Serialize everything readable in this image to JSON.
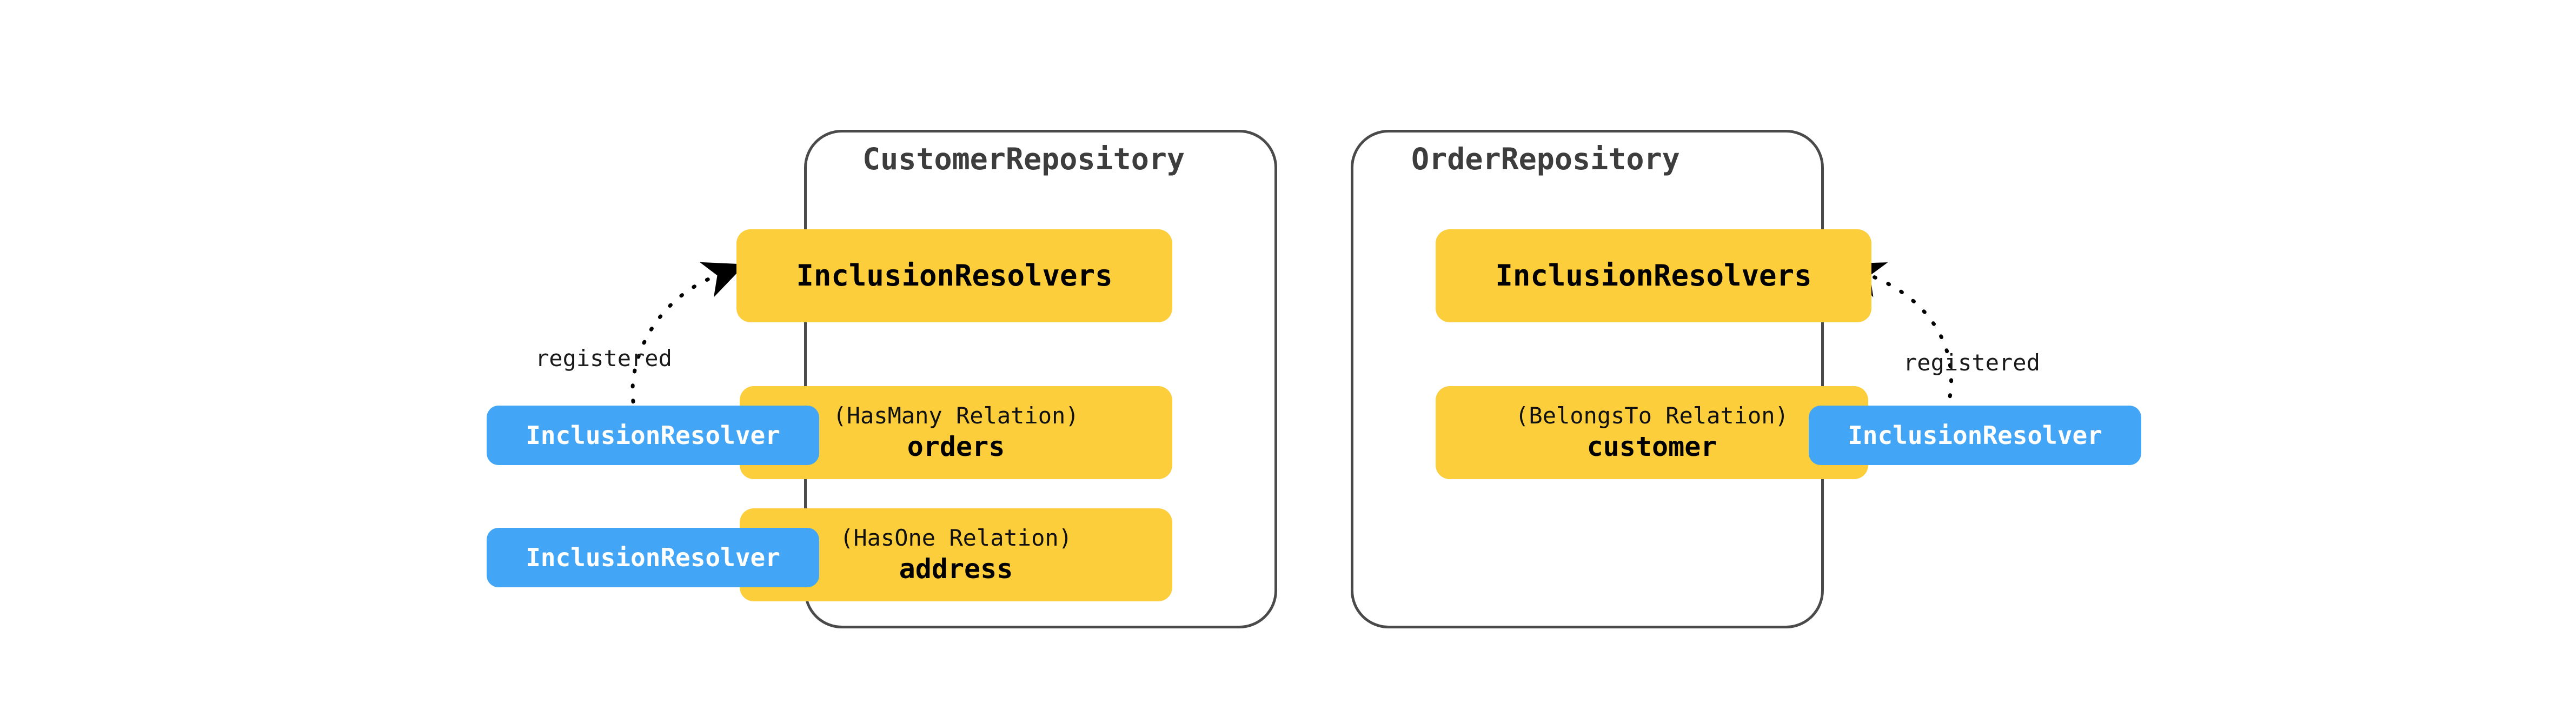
{
  "diagram": {
    "background": "#ffffff",
    "colors": {
      "node_yellow": "#FCCE3C",
      "node_blue": "#42A5F5",
      "frame_stroke": "#4a4a4a",
      "text_dark": "#000000",
      "text_light": "#ffffff",
      "title_gray": "#3d3d3d"
    },
    "repositories": [
      {
        "id": "customer-repository",
        "title": "CustomerRepository",
        "resolvers_box": "InclusionResolvers",
        "relations": [
          {
            "type": "(HasMany Relation)",
            "name": "orders"
          },
          {
            "type": "(HasOne Relation)",
            "name": "address"
          }
        ]
      },
      {
        "id": "order-repository",
        "title": "OrderRepository",
        "resolvers_box": "InclusionResolvers",
        "relations": [
          {
            "type": "(BelongsTo Relation)",
            "name": "customer"
          }
        ]
      }
    ],
    "resolver_nodes": [
      {
        "id": "resolver-orders",
        "label": "InclusionResolver"
      },
      {
        "id": "resolver-address",
        "label": "InclusionResolver"
      },
      {
        "id": "resolver-customer",
        "label": "InclusionResolver"
      }
    ],
    "edges": [
      {
        "id": "edge-left-registered",
        "label": "registered",
        "style": "dotted",
        "arrow": "right"
      },
      {
        "id": "edge-right-registered",
        "label": "registered",
        "style": "dotted",
        "arrow": "left"
      }
    ]
  }
}
